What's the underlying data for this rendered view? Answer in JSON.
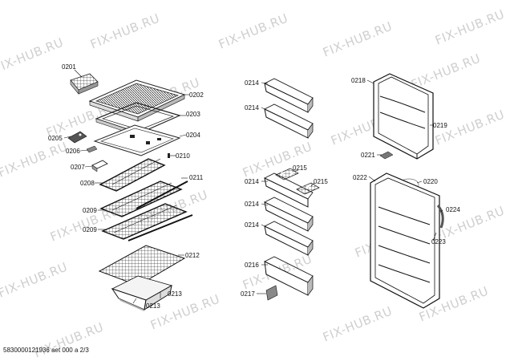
{
  "watermark": "FIX-HUB.RU",
  "footer": "5830000121936 aet 000 a 2/3",
  "callouts": {
    "c0201": "0201",
    "c0202": "0202",
    "c0203": "0203",
    "c0204": "0204",
    "c0205": "0205",
    "c0206": "0206",
    "c0207": "0207",
    "c0208": "0208",
    "c0209a": "0209",
    "c0209b": "0209",
    "c0210": "0210",
    "c0211": "0211",
    "c0212": "0212",
    "c0213a": "0213",
    "c0213b": "0213",
    "c0214a": "0214",
    "c0214b": "0214",
    "c0214c": "0214",
    "c0214d": "0214",
    "c0214e": "0214",
    "c0215a": "0215",
    "c0215b": "0215",
    "c0216": "0216",
    "c0217": "0217",
    "c0218": "0218",
    "c0219": "0219",
    "c0220": "0220",
    "c0221": "0221",
    "c0222": "0222",
    "c0223": "0223",
    "c0224": "0224"
  }
}
